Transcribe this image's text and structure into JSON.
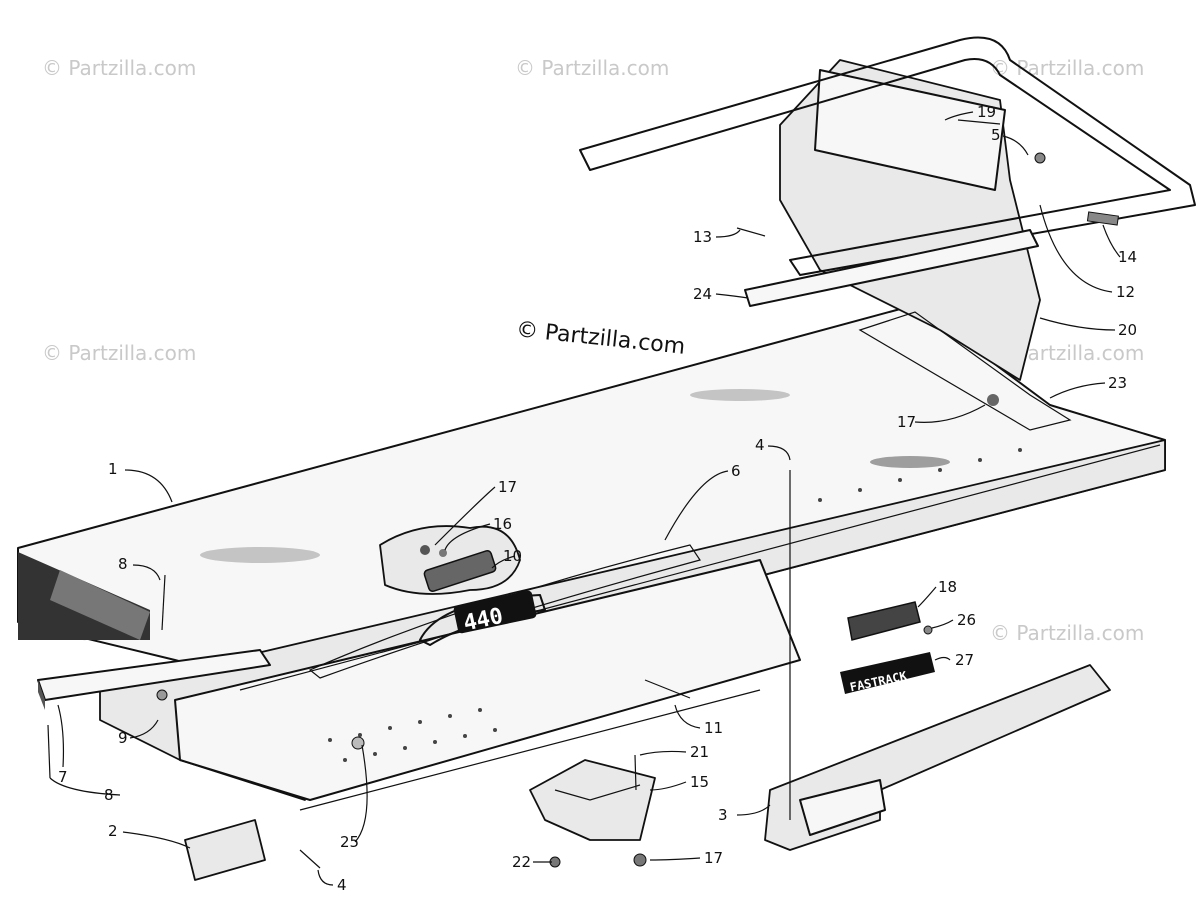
{
  "watermarks": {
    "main": "© Partzilla.com",
    "faint": "© Partzilla.com"
  },
  "decals": {
    "model": "440",
    "brand": "FASTRACK"
  },
  "callouts": [
    {
      "id": "c1",
      "label": "1"
    },
    {
      "id": "c2",
      "label": "2"
    },
    {
      "id": "c3",
      "label": "3"
    },
    {
      "id": "c4a",
      "label": "4"
    },
    {
      "id": "c4b",
      "label": "4"
    },
    {
      "id": "c5",
      "label": "5"
    },
    {
      "id": "c6",
      "label": "6"
    },
    {
      "id": "c7",
      "label": "7"
    },
    {
      "id": "c8a",
      "label": "8"
    },
    {
      "id": "c8b",
      "label": "8"
    },
    {
      "id": "c9",
      "label": "9"
    },
    {
      "id": "c10",
      "label": "10"
    },
    {
      "id": "c11",
      "label": "11"
    },
    {
      "id": "c12",
      "label": "12"
    },
    {
      "id": "c13",
      "label": "13"
    },
    {
      "id": "c14",
      "label": "14"
    },
    {
      "id": "c15",
      "label": "15"
    },
    {
      "id": "c16",
      "label": "16"
    },
    {
      "id": "c17a",
      "label": "17"
    },
    {
      "id": "c17b",
      "label": "17"
    },
    {
      "id": "c17c",
      "label": "17"
    },
    {
      "id": "c18",
      "label": "18"
    },
    {
      "id": "c19",
      "label": "19"
    },
    {
      "id": "c20",
      "label": "20"
    },
    {
      "id": "c21",
      "label": "21"
    },
    {
      "id": "c22",
      "label": "22"
    },
    {
      "id": "c23",
      "label": "23"
    },
    {
      "id": "c24",
      "label": "24"
    },
    {
      "id": "c25",
      "label": "25"
    },
    {
      "id": "c26",
      "label": "26"
    },
    {
      "id": "c27",
      "label": "27"
    }
  ]
}
